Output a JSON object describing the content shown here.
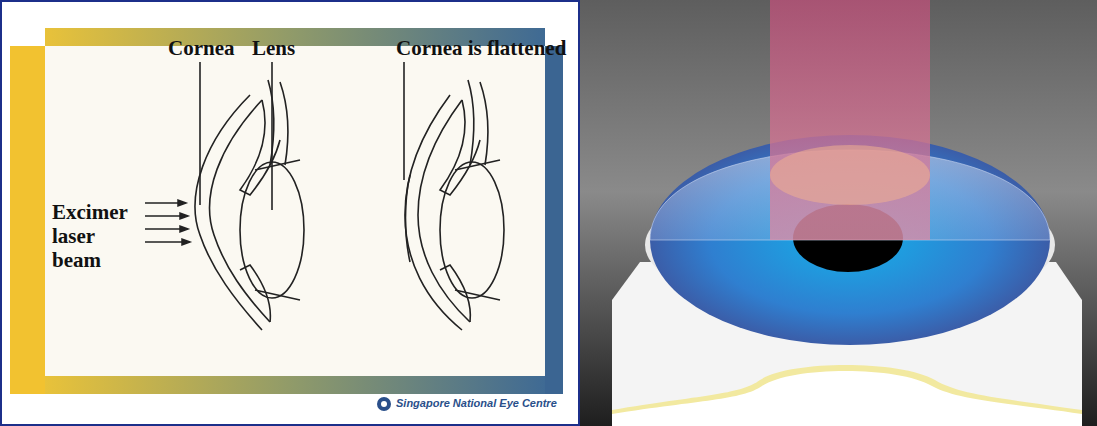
{
  "diagram": {
    "labels": [
      "Cornea",
      "Lens",
      "Cornea is flattened",
      "Excimer laser beam",
      "Singapore National Eye Centre"
    ]
  }
}
